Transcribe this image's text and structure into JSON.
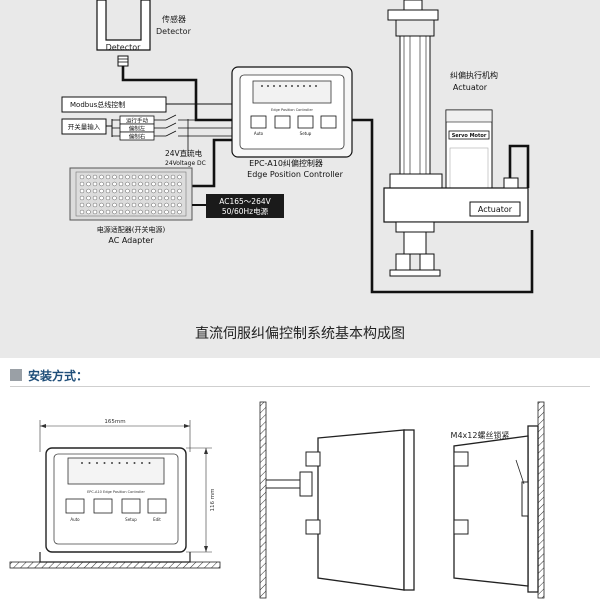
{
  "detector": {
    "label_cn": "传感器",
    "label_en": "Detector",
    "box_label": "Detector"
  },
  "modbus": {
    "label": "Modbus总线控制"
  },
  "switch_input": {
    "label": "开关量输入",
    "items": [
      "运行手动",
      "偏制左",
      "偏制右"
    ]
  },
  "dc_power": {
    "label_cn": "24V直流电",
    "label_en": "24Voltage DC"
  },
  "ac_adapter": {
    "label_cn": "电源适配器(开关电源)",
    "label_en": "AC Adapter"
  },
  "ac_input": {
    "line1": "AC165～264V",
    "line2": "50/60Hz电源"
  },
  "controller": {
    "label_cn": "EPC-A10纠偏控制器",
    "label_en": "Edge Position Controller",
    "panel_caption": "Edge Position Controller",
    "buttons": [
      "Auto",
      "Setup"
    ]
  },
  "actuator": {
    "label_cn": "纠偏执行机构",
    "label_en": "Actuator",
    "box_label": "Actuator",
    "motor_label": "Servo Motor"
  },
  "diagram_caption": "直流伺服纠偏控制系统基本构成图",
  "install": {
    "section_title": "安装方式：",
    "width_dim": "165mm",
    "height_dim": "116 mm",
    "panel_caption": "EPC-A10 Edge Position Controller",
    "buttons": [
      "Auto",
      "Setup",
      "Edit"
    ],
    "screw_label": "M4x12螺丝锁紧"
  }
}
